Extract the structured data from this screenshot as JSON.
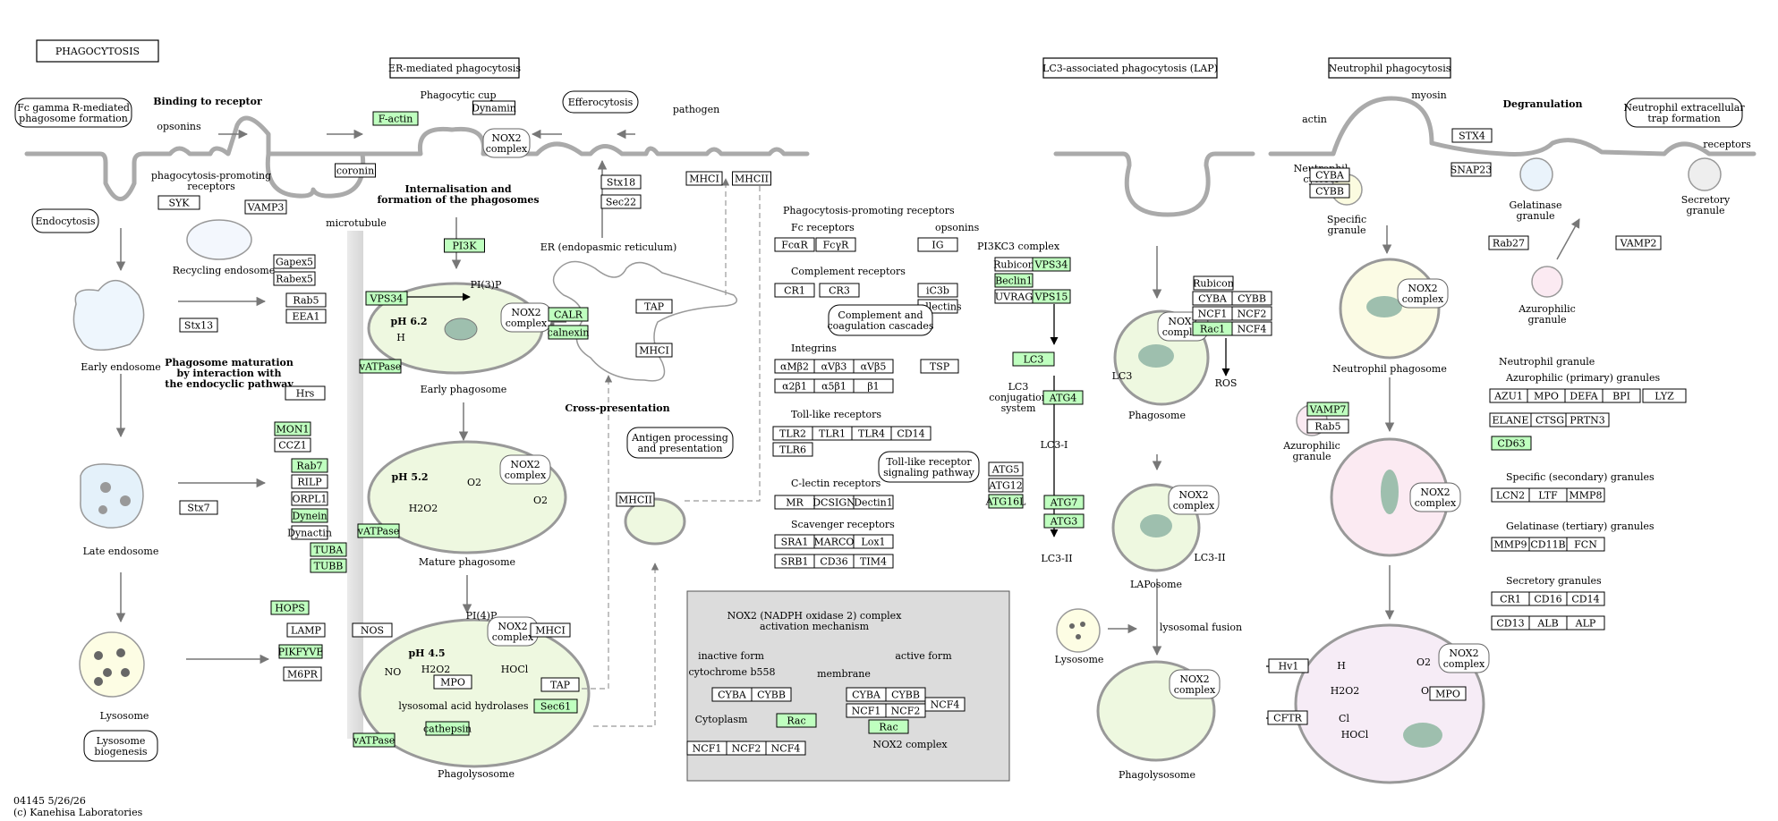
{
  "title": "PHAGOCYTOSIS",
  "footer": {
    "code": "04145 5/26/26",
    "copyright": "(c) Kanehisa Laboratories"
  },
  "section_titles": {
    "er": "ER-mediated phagocytosis",
    "lap": "LC3-associated phagocytosis (LAP)",
    "neut": "Neutrophil phagocytosis"
  },
  "maps": {
    "fc": [
      "Fc gamma R-mediated",
      "phagosome formation"
    ],
    "endocytosis": "Endocytosis",
    "efferocytosis": "Efferocytosis",
    "complement": [
      "Complement and",
      "coagulation cascades"
    ],
    "antigen": [
      "Antigen processing",
      "and presentation"
    ],
    "tlr": [
      "Toll-like receptor",
      "signaling pathway"
    ],
    "lysosome_bio": [
      "Lysosome",
      "biogenesis"
    ],
    "net": [
      "Neutrophil extracellular",
      "trap formation"
    ]
  },
  "labels": {
    "binding": "Binding to receptor",
    "opsonins": "opsonins",
    "ppr": [
      "phagocytosis-promoting",
      "receptors"
    ],
    "phagocytic_cup": "Phagocytic cup",
    "pathogen": "pathogen",
    "internalisation": [
      "Internalisation and",
      "formation of the phagosomes"
    ],
    "microtubule": "microtubule",
    "recycling": "Recycling endosome",
    "er": "ER (endopasmic reticulum)",
    "early_endosome": "Early endosome",
    "maturation": [
      "Phagosome maturation",
      "by interaction with",
      "the endocyclic pathway"
    ],
    "early_phagosome": "Early phagosome",
    "ph62": "pH 6.2",
    "ph52": "pH 5.2",
    "ph45": "pH 4.5",
    "mature_phagosome": "Mature phagosome",
    "phagolysosome": "Phagolysosome",
    "late_endosome": "Late endosome",
    "lysosome": "Lysosome",
    "cross": "Cross-presentation",
    "pi3p": "PI(3)P",
    "pi4p": "PI(4)P",
    "hplus": "H",
    "o2": "O2",
    "h2o2": "H2O2",
    "hocl": "HOCl",
    "no": "NO",
    "lysosomal": "lysosomal acid hydrolases",
    "ppr_title": "Phagocytosis-promoting receptors",
    "fc_receptors": "Fc receptors",
    "opsonins2": "opsonins",
    "complement_receptors": "Complement receptors",
    "integrins": "Integrins",
    "tlr_receptors": "Toll-like receptors",
    "clectin": "C-lectin receptors",
    "scavenger": "Scavenger receptors",
    "nox_title": [
      "NOX2 (NADPH oxidase 2) complex",
      "activation mechanism"
    ],
    "inactive": "inactive form",
    "active": "active form",
    "cyt_b558": "cytochrome b558",
    "membrane": "membrane",
    "cytoplasm": "Cytoplasm",
    "nox2_complex_label": "NOX2 complex",
    "pi3kc3": "PI3KC3 complex",
    "lc3_conj": [
      "LC3",
      "conjugation",
      "system"
    ],
    "lc3": "LC3",
    "lc3i": "LC3-I",
    "lc3ii": "LC3-II",
    "ros": "ROS",
    "phagosome": "Phagosome",
    "laposome": "LAPosome",
    "lysosomal_fusion": "lysosomal fusion",
    "actin": "actin",
    "myosin": "myosin",
    "neut_cytosol": [
      "Neutrophil",
      "cytosol"
    ],
    "specific_granule": [
      "Specific",
      "granule"
    ],
    "gelatinase_granule": [
      "Gelatinase",
      "granule"
    ],
    "secretory_granule": [
      "Secretory",
      "granule"
    ],
    "receptors": "receptors",
    "degranulation": "Degranulation",
    "azurophilic_granule": [
      "Azurophilic",
      "granule"
    ],
    "neut_phagosome": "Neutrophil phagosome",
    "neut_granule": "Neutrophil granule",
    "azuro_title": "Azurophilic (primary) granules",
    "specific_title": "Specific (secondary) granules",
    "gelatinase_title": "Gelatinase (tertiary) granules",
    "secretory_title": "Secretory granules",
    "nox2": [
      "NOX2",
      "complex"
    ],
    "cl": "Cl"
  },
  "genes": [
    {
      "t": "F-actin",
      "hl": true
    },
    {
      "t": "Dynamin",
      "hl": false
    },
    {
      "t": "coronin",
      "hl": false
    },
    {
      "t": "SYK",
      "hl": false
    },
    {
      "t": "VAMP3",
      "hl": false
    },
    {
      "t": "Stx18",
      "hl": false
    },
    {
      "t": "Sec22",
      "hl": false
    },
    {
      "t": "MHCI",
      "hl": false
    },
    {
      "t": "MHCII",
      "hl": false
    },
    {
      "t": "PI3K",
      "hl": true
    },
    {
      "t": "Gapex5",
      "hl": false
    },
    {
      "t": "Rabex5",
      "hl": false
    },
    {
      "t": "Rab5",
      "hl": false
    },
    {
      "t": "EEA1",
      "hl": false
    },
    {
      "t": "VPS34",
      "hl": true
    },
    {
      "t": "Stx13",
      "hl": false
    },
    {
      "t": "vATPase",
      "hl": true
    },
    {
      "t": "CALR",
      "hl": true
    },
    {
      "t": "calnexin",
      "hl": true
    },
    {
      "t": "TAP",
      "hl": false
    },
    {
      "t": "MHCI",
      "hl": false
    },
    {
      "t": "Hrs",
      "hl": false
    },
    {
      "t": "MON1",
      "hl": true
    },
    {
      "t": "CCZ1",
      "hl": false
    },
    {
      "t": "Rab7",
      "hl": true
    },
    {
      "t": "RILP",
      "hl": false
    },
    {
      "t": "ORPL1",
      "hl": false
    },
    {
      "t": "Dynein",
      "hl": true
    },
    {
      "t": "Dynactin",
      "hl": false
    },
    {
      "t": "Stx7",
      "hl": false
    },
    {
      "t": "vATPase",
      "hl": true
    },
    {
      "t": "TUBA",
      "hl": true
    },
    {
      "t": "TUBB",
      "hl": true
    },
    {
      "t": "HOPS",
      "hl": true
    },
    {
      "t": "LAMP",
      "hl": false
    },
    {
      "t": "PIKFYVE",
      "hl": true
    },
    {
      "t": "M6PR",
      "hl": false
    },
    {
      "t": "NOS",
      "hl": false
    },
    {
      "t": "MPO",
      "hl": false
    },
    {
      "t": "MHCI",
      "hl": false
    },
    {
      "t": "TAP",
      "hl": false
    },
    {
      "t": "Sec61",
      "hl": true
    },
    {
      "t": "cathepsin",
      "hl": true
    },
    {
      "t": "vATPase",
      "hl": true
    },
    {
      "t": "MHCII",
      "hl": false
    },
    {
      "t": "FcαR",
      "hl": false
    },
    {
      "t": "FcγR",
      "hl": false
    },
    {
      "t": "IG",
      "hl": false
    },
    {
      "t": "CR1",
      "hl": false
    },
    {
      "t": "CR3",
      "hl": false
    },
    {
      "t": "iC3b",
      "hl": false
    },
    {
      "t": "collectins",
      "hl": false
    },
    {
      "t": "αMβ2",
      "hl": false
    },
    {
      "t": "αVβ3",
      "hl": false
    },
    {
      "t": "αVβ5",
      "hl": false
    },
    {
      "t": "TSP",
      "hl": false
    },
    {
      "t": "α2β1",
      "hl": false
    },
    {
      "t": "α5β1",
      "hl": false
    },
    {
      "t": "β1",
      "hl": false
    },
    {
      "t": "TLR2",
      "hl": false
    },
    {
      "t": "TLR1",
      "hl": false
    },
    {
      "t": "TLR4",
      "hl": false
    },
    {
      "t": "CD14",
      "hl": false
    },
    {
      "t": "TLR6",
      "hl": false
    },
    {
      "t": "MR",
      "hl": false
    },
    {
      "t": "DCSIGN",
      "hl": false
    },
    {
      "t": "Dectin1",
      "hl": false
    },
    {
      "t": "SRA1",
      "hl": false
    },
    {
      "t": "MARCO",
      "hl": false
    },
    {
      "t": "Lox1",
      "hl": false
    },
    {
      "t": "SRB1",
      "hl": false
    },
    {
      "t": "CD36",
      "hl": false
    },
    {
      "t": "TIM4",
      "hl": false
    },
    {
      "t": "CYBA",
      "hl": false
    },
    {
      "t": "CYBB",
      "hl": false
    },
    {
      "t": "Rac",
      "hl": true
    },
    {
      "t": "NCF1",
      "hl": false
    },
    {
      "t": "NCF2",
      "hl": false
    },
    {
      "t": "NCF4",
      "hl": false
    },
    {
      "t": "CYBA",
      "hl": false
    },
    {
      "t": "CYBB",
      "hl": false
    },
    {
      "t": "NCF1",
      "hl": false
    },
    {
      "t": "NCF2",
      "hl": false
    },
    {
      "t": "NCF4",
      "hl": false
    },
    {
      "t": "Rac",
      "hl": true
    },
    {
      "t": "Rubicon",
      "hl": false
    },
    {
      "t": "VPS34",
      "hl": true
    },
    {
      "t": "Beclin1",
      "hl": true
    },
    {
      "t": "UVRAG",
      "hl": false
    },
    {
      "t": "VPS15",
      "hl": true
    },
    {
      "t": "LC3",
      "hl": true
    },
    {
      "t": "ATG4",
      "hl": true
    },
    {
      "t": "ATG5",
      "hl": false
    },
    {
      "t": "ATG12",
      "hl": false
    },
    {
      "t": "ATG16L",
      "hl": true
    },
    {
      "t": "ATG7",
      "hl": true
    },
    {
      "t": "ATG3",
      "hl": true
    },
    {
      "t": "Rubicon",
      "hl": false
    },
    {
      "t": "CYBA",
      "hl": false
    },
    {
      "t": "CYBB",
      "hl": false
    },
    {
      "t": "NCF1",
      "hl": false
    },
    {
      "t": "NCF2",
      "hl": false
    },
    {
      "t": "Rac1",
      "hl": true
    },
    {
      "t": "NCF4",
      "hl": false
    },
    {
      "t": "STX4",
      "hl": false
    },
    {
      "t": "SNAP23",
      "hl": false
    },
    {
      "t": "CYBA",
      "hl": false
    },
    {
      "t": "CYBB",
      "hl": false
    },
    {
      "t": "Rab27",
      "hl": false
    },
    {
      "t": "VAMP2",
      "hl": false
    },
    {
      "t": "VAMP7",
      "hl": true
    },
    {
      "t": "Rab5",
      "hl": false
    },
    {
      "t": "AZU1",
      "hl": false
    },
    {
      "t": "MPO",
      "hl": false
    },
    {
      "t": "DEFA",
      "hl": false
    },
    {
      "t": "BPI",
      "hl": false
    },
    {
      "t": "LYZ",
      "hl": false
    },
    {
      "t": "ELANE",
      "hl": false
    },
    {
      "t": "CTSG",
      "hl": false
    },
    {
      "t": "PRTN3",
      "hl": false
    },
    {
      "t": "CD63",
      "hl": true
    },
    {
      "t": "LCN2",
      "hl": false
    },
    {
      "t": "LTF",
      "hl": false
    },
    {
      "t": "MMP8",
      "hl": false
    },
    {
      "t": "MMP9",
      "hl": false
    },
    {
      "t": "CD11B",
      "hl": false
    },
    {
      "t": "FCN",
      "hl": false
    },
    {
      "t": "CR1",
      "hl": false
    },
    {
      "t": "CD16",
      "hl": false
    },
    {
      "t": "CD14",
      "hl": false
    },
    {
      "t": "CD13",
      "hl": false
    },
    {
      "t": "ALB",
      "hl": false
    },
    {
      "t": "ALP",
      "hl": false
    },
    {
      "t": "Hv1",
      "hl": false
    },
    {
      "t": "CFTR",
      "hl": false
    },
    {
      "t": "MPO",
      "hl": false
    }
  ]
}
